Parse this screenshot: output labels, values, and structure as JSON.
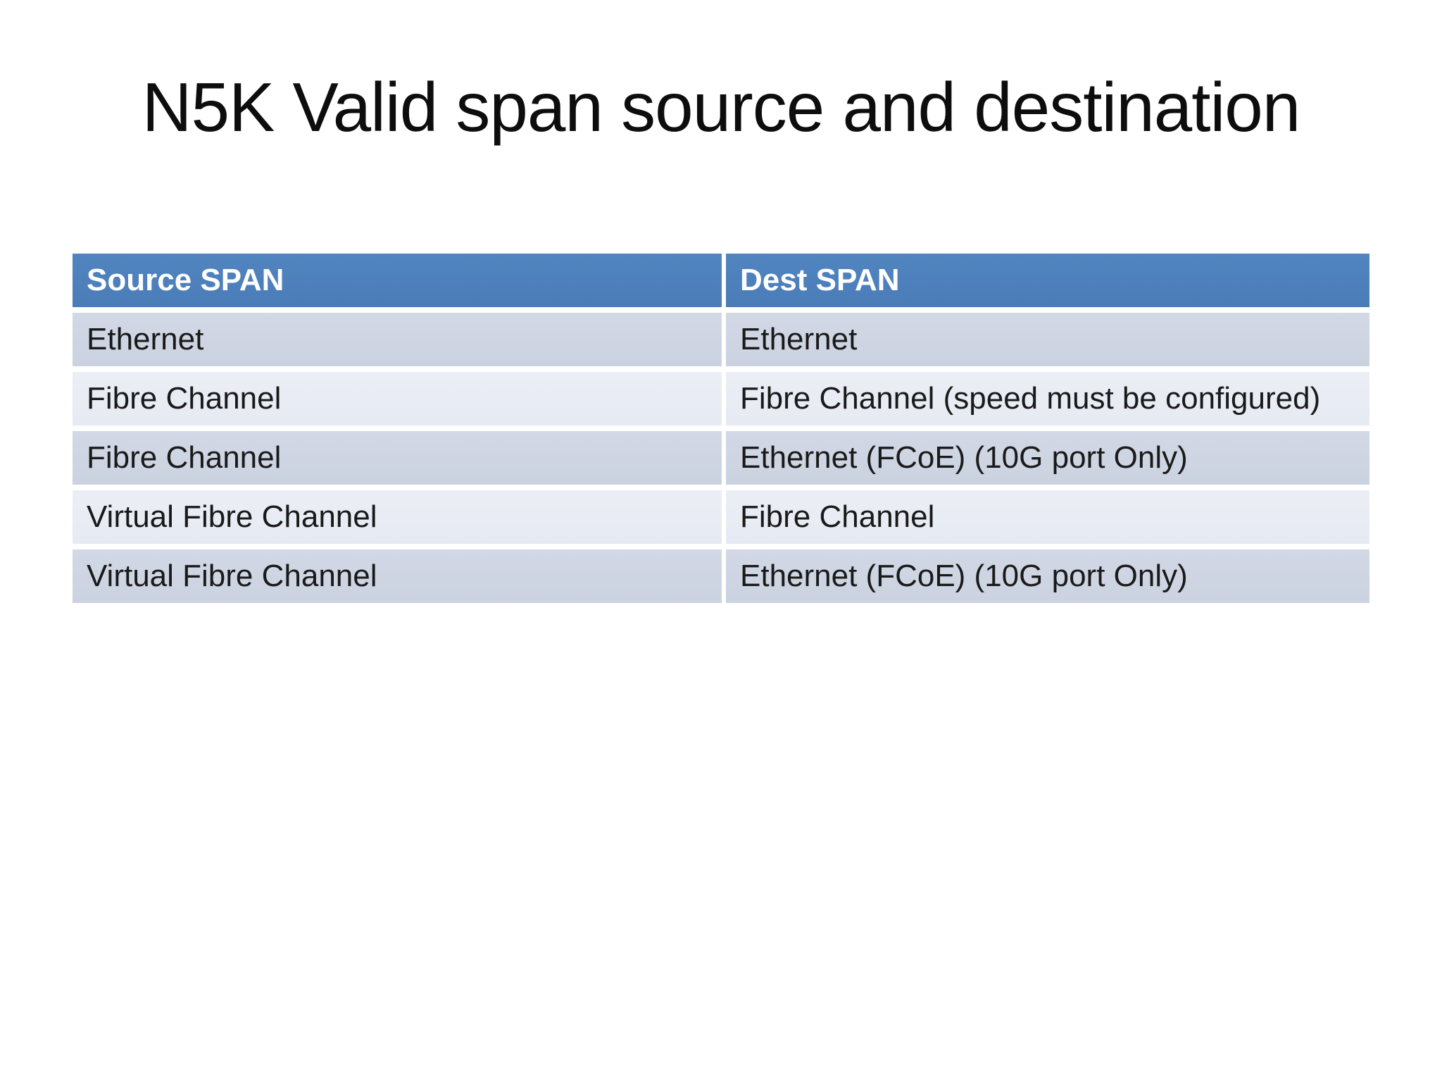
{
  "slide": {
    "title": "N5K Valid span source and destination"
  },
  "table": {
    "columns": [
      {
        "label": "Source SPAN"
      },
      {
        "label": "Dest SPAN"
      }
    ],
    "rows": [
      {
        "source": "Ethernet",
        "dest": "Ethernet"
      },
      {
        "source": "Fibre Channel",
        "dest": "Fibre Channel (speed must be configured)"
      },
      {
        "source": "Fibre Channel",
        "dest": "Ethernet (FCoE) (10G port Only)"
      },
      {
        "source": "Virtual Fibre Channel",
        "dest": "Fibre Channel"
      },
      {
        "source": "Virtual Fibre Channel",
        "dest": "Ethernet (FCoE) (10G port Only)"
      }
    ],
    "colors": {
      "header_bg": "#4f81bd",
      "header_text": "#ffffff",
      "row_odd_bg": "#ced5e3",
      "row_even_bg": "#e9ecf4",
      "body_text": "#1a1a1a",
      "separator": "#ffffff"
    }
  }
}
